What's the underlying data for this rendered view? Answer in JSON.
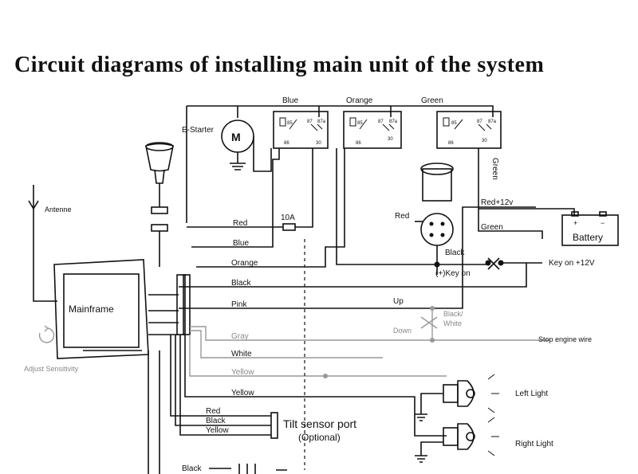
{
  "title": "Circuit diagrams of installing main unit of the system",
  "relays": {
    "blue": "Blue",
    "orange": "Orange",
    "green": "Green",
    "pins": {
      "p85": "85",
      "p87": "87",
      "p87a": "87a",
      "p86": "86",
      "p30": "30"
    }
  },
  "components": {
    "e_starter": "E-Starter",
    "motor": "M",
    "antenne": "Antenne",
    "mainframe": "Mainframe",
    "adjust_sensitivity": "Adjust Sensitivity",
    "battery": "Battery",
    "battery_plus": "+",
    "battery_minus": "−",
    "fuse": "10A"
  },
  "wires": {
    "red": "Red",
    "blue": "Blue",
    "orange": "Orange",
    "black": "Black",
    "pink": "Pink",
    "gray": "Gray",
    "white": "White",
    "yellow": "Yellow",
    "yellow2": "Yellow",
    "red_ign": "Red",
    "black_ign": "Black",
    "green_vert": "Green",
    "red12v": "Red+12v",
    "green_bat": "Green",
    "key_on_12v": "Key on +12V",
    "plus_key_on": "(+)Key on",
    "up": "Up",
    "down": "Down",
    "black_white_1": "Black/",
    "black_white_2": "White",
    "stop_engine": "Stop engine wire",
    "left_light": "Left Light",
    "right_light": "Right Light",
    "tilt_red": "Red",
    "tilt_black": "Black",
    "tilt_yellow": "Yellow",
    "tilt_port": "Tilt sensor port",
    "tilt_optional": "(Optional)",
    "bottom_black": "Black"
  }
}
